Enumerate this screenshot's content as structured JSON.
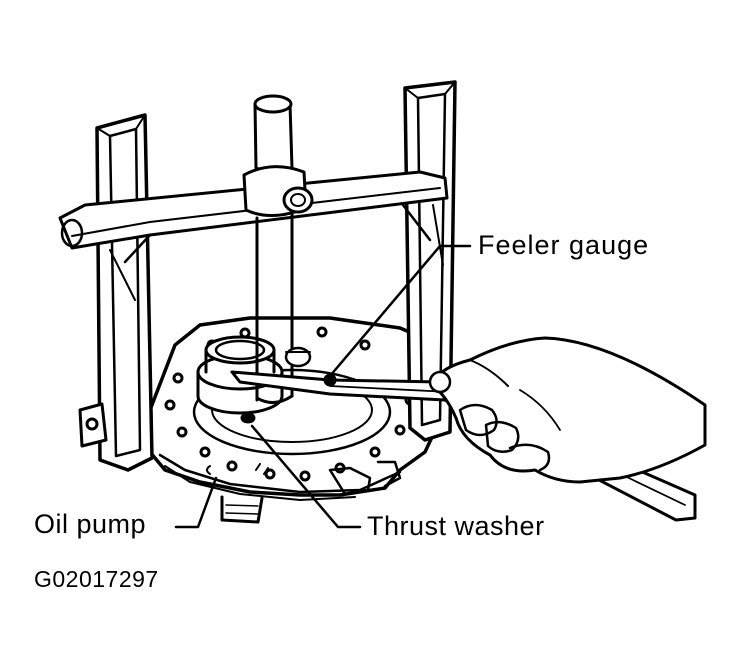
{
  "labels": {
    "feeler_gauge": "Feeler gauge",
    "oil_pump": "Oil pump",
    "thrust_washer": "Thrust washer"
  },
  "figure_code": "G02017297",
  "colors": {
    "ink": "#000000",
    "paper": "#ffffff"
  }
}
